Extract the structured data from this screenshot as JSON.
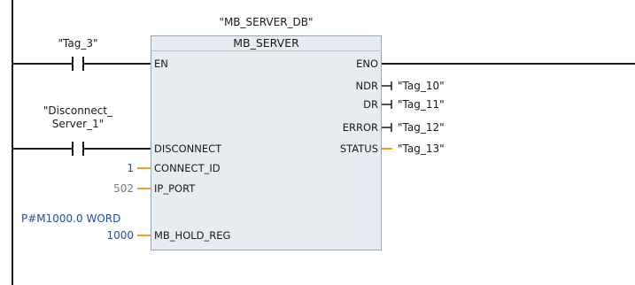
{
  "instance_db": "\"MB_SERVER_DB\"",
  "block": {
    "name": "MB_SERVER",
    "inputs": {
      "en": "EN",
      "disconnect": "DISCONNECT",
      "connect_id": "CONNECT_ID",
      "ip_port": "IP_PORT",
      "mb_hold_reg": "MB_HOLD_REG"
    },
    "outputs": {
      "eno": "ENO",
      "ndr": "NDR",
      "dr": "DR",
      "error": "ERROR",
      "status": "STATUS"
    }
  },
  "contacts": {
    "tag_3": "\"Tag_3\"",
    "disconnect_line1": "\"Disconnect_",
    "disconnect_line2": "Server_1\""
  },
  "parameters": {
    "connect_id": "1",
    "ip_port": "502",
    "hold_reg_address": "P#M1000.0 WORD",
    "hold_reg_length": "1000"
  },
  "output_tags": {
    "ndr": "\"Tag_10\"",
    "dr": "\"Tag_11\"",
    "error": "\"Tag_12\"",
    "status": "\"Tag_13\""
  },
  "colors": {
    "wire": "#1a1a1a",
    "param_wire": "#f0a01e",
    "block_fill": "#e8ecf1",
    "block_border": "#9aa6b4",
    "address_text": "#1f4fa3"
  }
}
